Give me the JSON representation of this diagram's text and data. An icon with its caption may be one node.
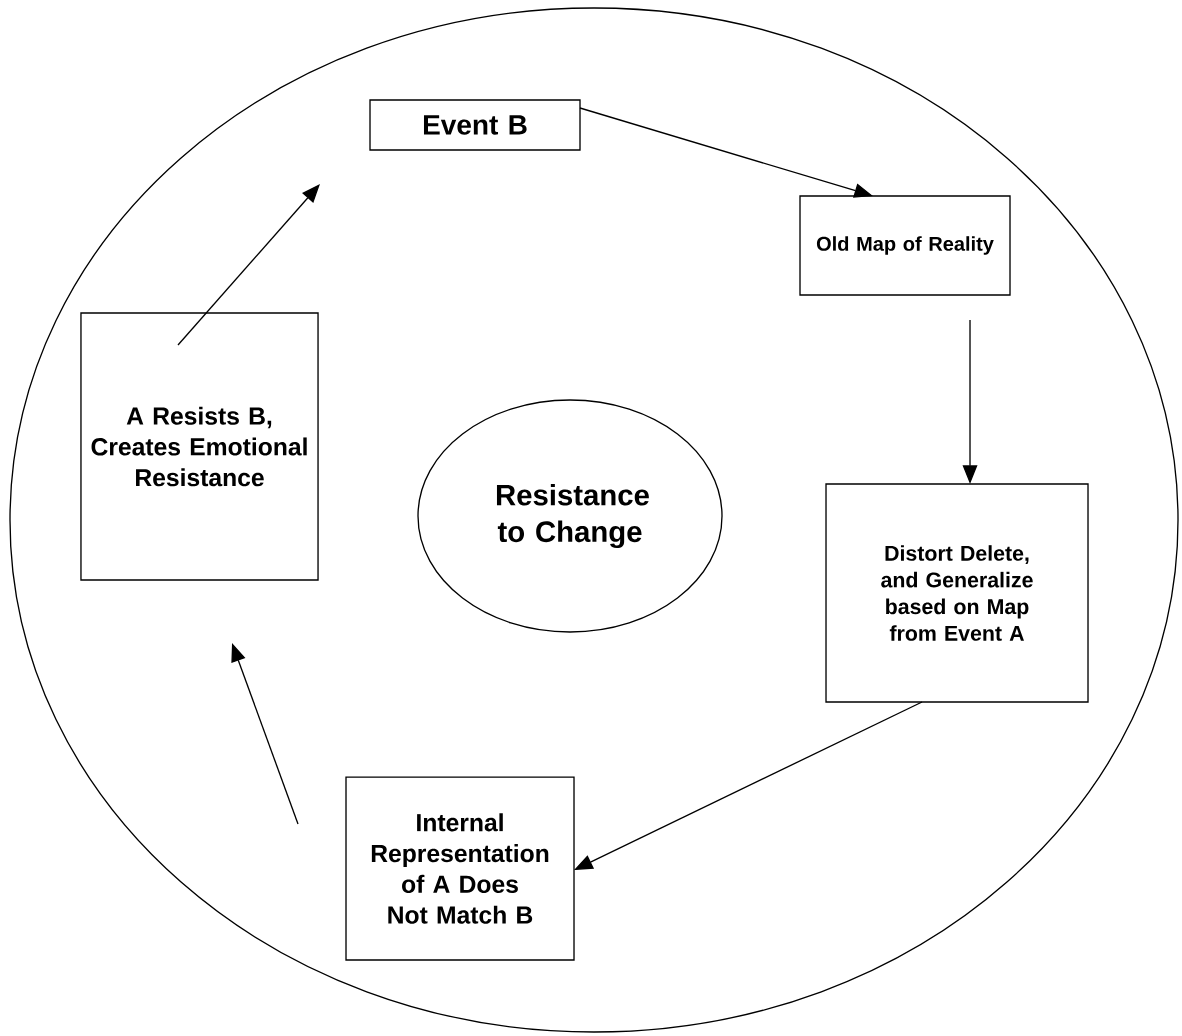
{
  "diagram": {
    "nodes": [
      {
        "text": [
          "Event B"
        ]
      },
      {
        "text": [
          "Old Map of Reality"
        ]
      },
      {
        "text": [
          "Distort Delete, and Generalize based on Map from Event A"
        ]
      },
      {
        "text": [
          "Internal Representation of A Does Not Match B"
        ]
      },
      {
        "text": [
          "A Resists B, Creates Emotional Resistance"
        ]
      },
      {
        "text": [
          "Resistance to Change"
        ]
      }
    ],
    "edges": [
      {
        "from": 0,
        "to": 1,
        "arrow": "to"
      },
      {
        "from": 1,
        "to": 2,
        "arrow": "to"
      },
      {
        "from": 2,
        "to": 3,
        "arrow": "to"
      },
      {
        "from": 3,
        "to": 4,
        "arrow": "to"
      },
      {
        "from": 4,
        "to": 0,
        "arrow": "to"
      }
    ]
  }
}
